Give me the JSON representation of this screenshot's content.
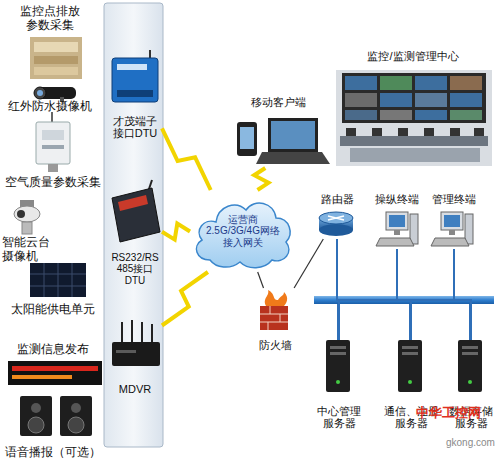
{
  "diagram": {
    "nodes": [
      {
        "text": [
          "监控点排放参数采集"
        ]
      },
      {
        "text": [
          "红外防水摄像机"
        ]
      },
      {
        "text": [
          "空气质量参数采集"
        ]
      },
      {
        "text": [
          "智能云台摄像机"
        ]
      },
      {
        "text": [
          "太阳能供电单元"
        ]
      },
      {
        "text": [
          "监测信息发布"
        ]
      },
      {
        "text": [
          "语音播报（可选）"
        ]
      },
      {
        "text": [
          "才茂端子接口DTU"
        ]
      },
      {
        "text": [
          "RS232/RS485接口DTU"
        ]
      },
      {
        "text": [
          "MDVR"
        ]
      },
      {
        "text": [
          "运营商 2.5G/3G/4G网络 接入网关"
        ]
      },
      {
        "text": [
          "移动客户端"
        ]
      },
      {
        "text": [
          "监控/监测管理中心"
        ]
      },
      {
        "text": [
          "路由器"
        ]
      },
      {
        "text": [
          "操纵终端"
        ]
      },
      {
        "text": [
          "管理终端"
        ]
      },
      {
        "text": [
          "防火墙"
        ]
      },
      {
        "text": [
          "中心管理服务器"
        ]
      },
      {
        "text": [
          "通信、注册服务器"
        ]
      },
      {
        "text": [
          "数据存储服务器"
        ]
      }
    ],
    "edges": [
      {
        "from": 7,
        "to": 10,
        "arrow": "none"
      },
      {
        "from": 8,
        "to": 10,
        "arrow": "none"
      },
      {
        "from": 9,
        "to": 10,
        "arrow": "none"
      },
      {
        "from": 10,
        "to": 11,
        "arrow": "none"
      },
      {
        "from": 10,
        "to": 16,
        "arrow": "none"
      },
      {
        "from": 16,
        "to": 13,
        "arrow": "none"
      },
      {
        "from": 13,
        "to": 14,
        "arrow": "none"
      },
      {
        "from": 13,
        "to": 15,
        "arrow": "none"
      },
      {
        "from": 13,
        "to": 17,
        "arrow": "none"
      },
      {
        "from": 13,
        "to": 18,
        "arrow": "none"
      },
      {
        "from": 13,
        "to": 19,
        "arrow": "none"
      }
    ],
    "labels": [
      "中华工控网",
      "gkong.com"
    ]
  }
}
